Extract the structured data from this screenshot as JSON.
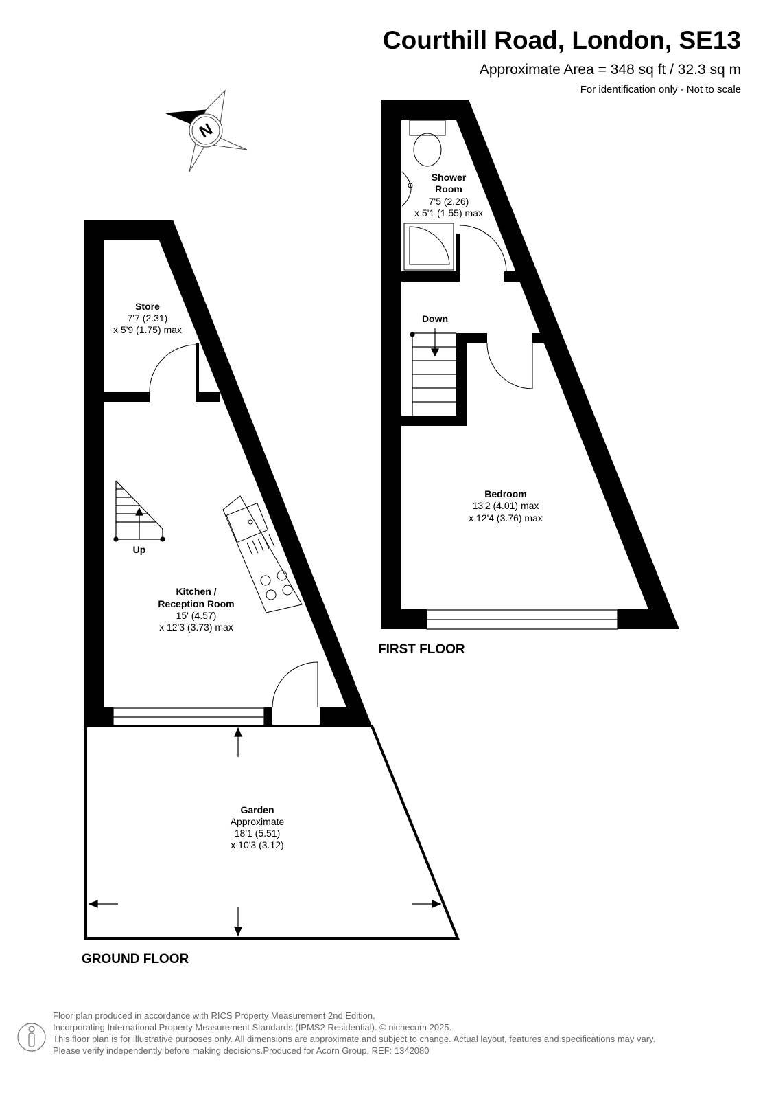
{
  "header": {
    "title": "Courthill Road, London, SE13",
    "area": "Approximate Area = 348 sq ft / 32.3 sq m",
    "note": "For identification only - Not to scale"
  },
  "compass": {
    "letter": "N"
  },
  "ground_floor": {
    "label": "GROUND FLOOR",
    "store": {
      "name": "Store",
      "dim1": "7'7 (2.31)",
      "dim2": "x 5'9 (1.75) max"
    },
    "kitchen": {
      "name1": "Kitchen /",
      "name2": "Reception Room",
      "dim1": "15' (4.57)",
      "dim2": "x 12'3 (3.73) max"
    },
    "stairs_label": "Up",
    "garden": {
      "name": "Garden",
      "sub": "Approximate",
      "dim1": "18'1 (5.51)",
      "dim2": "x 10'3 (3.12)"
    }
  },
  "first_floor": {
    "label": "FIRST FLOOR",
    "shower": {
      "name1": "Shower",
      "name2": "Room",
      "dim1": "7'5 (2.26)",
      "dim2": "x 5'1 (1.55) max"
    },
    "stairs_label": "Down",
    "bedroom": {
      "name": "Bedroom",
      "dim1": "13'2 (4.01) max",
      "dim2": "x 12'4 (3.76) max"
    }
  },
  "footer": {
    "lines": [
      "Floor plan produced in accordance with RICS Property Measurement 2nd Edition,",
      "Incorporating International Property Measurement Standards (IPMS2 Residential).   © nichecom 2025.",
      "This floor plan is for illustrative purposes only. All dimensions are approximate and subject to change. Actual layout, features and specifications may vary.",
      "Please verify independently before making decisions.Produced for Acorn Group.   REF:  1342080"
    ]
  }
}
